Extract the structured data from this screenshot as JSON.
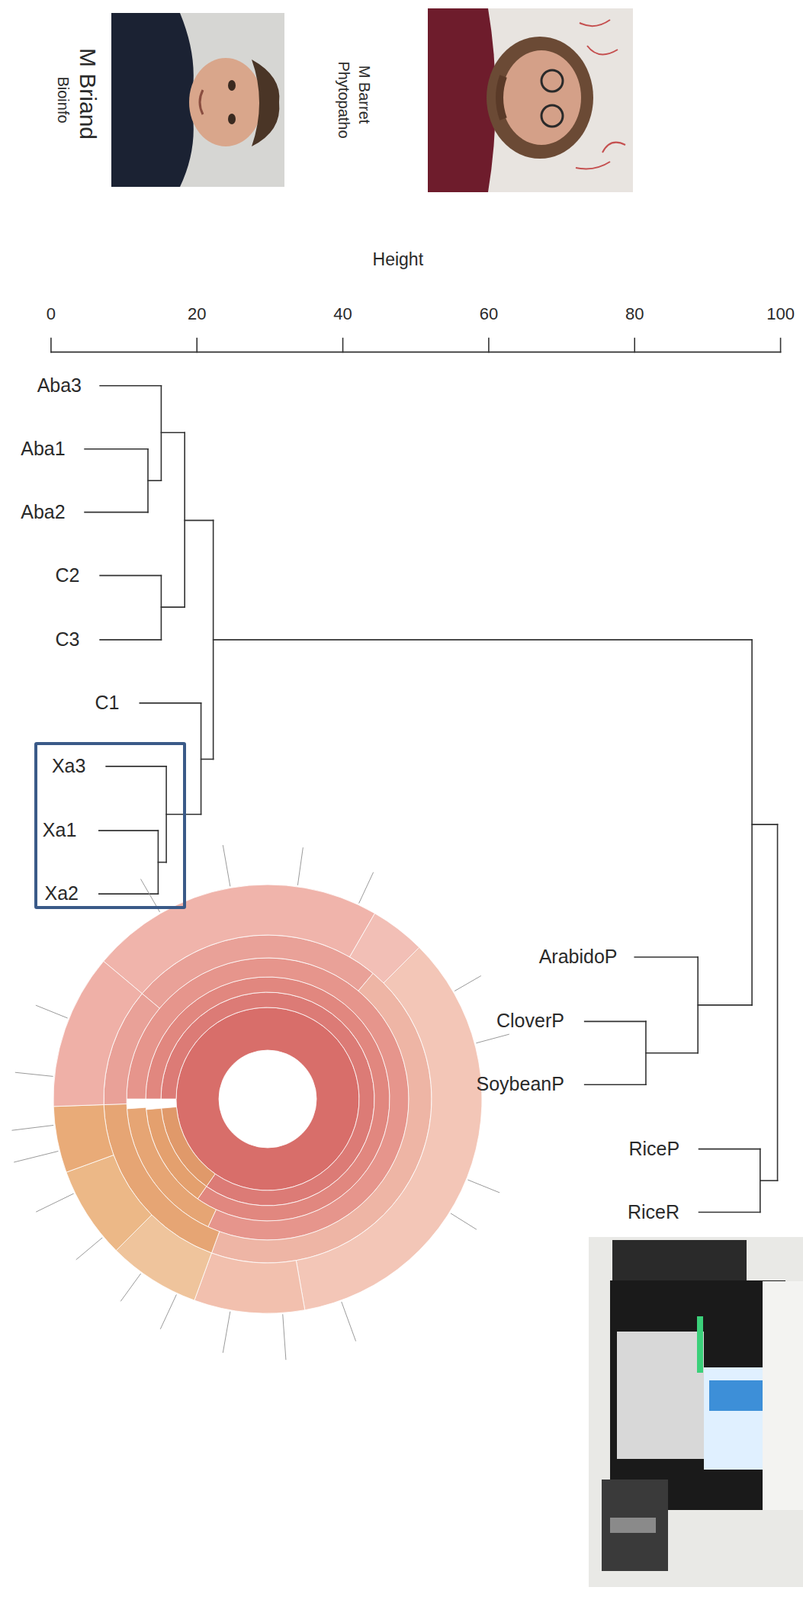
{
  "diagram": {
    "nodes": [
      {
        "text": [
          "Xa3",
          "Xa1",
          "Xa2"
        ]
      }
    ],
    "labels": [
      "M Briand",
      "Bioinfo",
      "M Barret",
      "Phytopatho",
      "Height",
      "0",
      "20",
      "40",
      "60",
      "80",
      "100",
      "Aba3",
      "Aba1",
      "Aba2",
      "C2",
      "C3",
      "C1",
      "ArabidoP",
      "CloverP",
      "SoybeanP",
      "RiceP",
      "RiceR"
    ]
  }
}
